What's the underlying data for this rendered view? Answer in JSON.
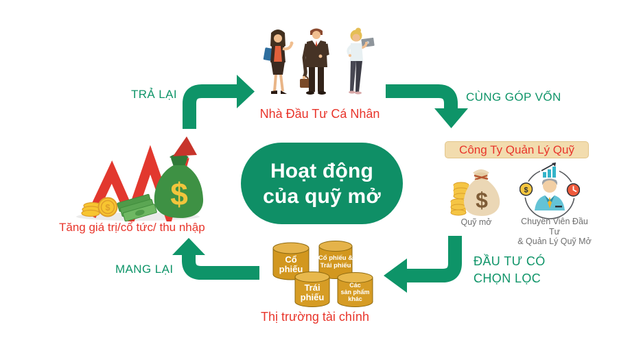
{
  "title_pill": {
    "line1": "Hoạt động",
    "line2": "của quỹ mở"
  },
  "investors": {
    "label": "Nhà Đầu Tư Cá Nhân"
  },
  "arrows": {
    "return_label": "TRẢ LẠI",
    "contribute_label": "CÙNG GÓP VỐN",
    "invest_line1": "ĐẦU TƯ CÓ",
    "invest_line2": "CHỌN LỌC",
    "bring_label": "MANG LẠI"
  },
  "fund_company": {
    "title": "Công Ty Quản Lý Quỹ",
    "fund_caption": "Quỹ mở",
    "advisor_caption_line1": "Chuyên Viên Đầu Tư",
    "advisor_caption_line2": "& Quản Lý Quỹ Mở"
  },
  "market": {
    "label": "Thị trường tài chính",
    "barrels": [
      {
        "line1": "Cổ",
        "line2": "phiếu"
      },
      {
        "line1": "Cổ phiếu &",
        "line2": "Trái phiếu"
      },
      {
        "line1": "Trái",
        "line2": "phiếu"
      },
      {
        "line1": "Các",
        "line2": "sản phẩm",
        "line3": "khác"
      }
    ]
  },
  "growth": {
    "label": "Tăng giá trị/cổ tức/ thu nhập"
  },
  "glyphs": {
    "dollar": "$"
  },
  "colors": {
    "arrow_green": "#0E9468",
    "pill_green": "#0F8F66",
    "red_text": "#E8352B",
    "tan_box_bg": "#F2DCAE",
    "gray_caption": "#6E6E6E",
    "barrel_gold": "#D2971F",
    "barrel_top_gold": "#E5B34A"
  }
}
